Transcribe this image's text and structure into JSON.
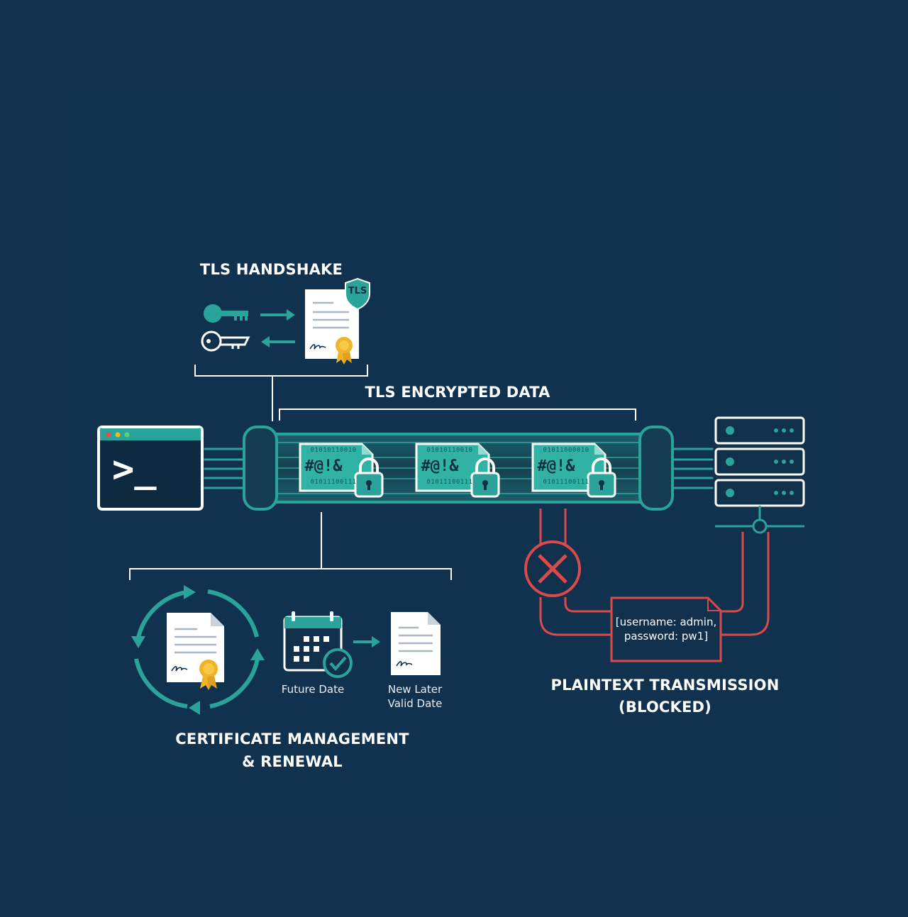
{
  "labels": {
    "tls_handshake": "TLS HANDSHAKE",
    "tls_encrypted_data": "TLS ENCRYPTED DATA",
    "cert_mgmt_line1": "CERTIFICATE MANAGEMENT",
    "cert_mgmt_line2": "& RENEWAL",
    "plaintext_line1": "PLAINTEXT TRANSMISSION",
    "plaintext_line2": "(BLOCKED)",
    "future_date": "Future Date",
    "new_later_line1": "New Later",
    "new_later_line2": "Valid Date"
  },
  "badge": {
    "tls": "TLS"
  },
  "terminal": {
    "prompt": ">_"
  },
  "packets": [
    {
      "cipher": "#@!&",
      "bits_top": "01010110010",
      "bits_bottom": "01011100111"
    },
    {
      "cipher": "#@!&",
      "bits_top": "01010110010",
      "bits_bottom": "01011100111"
    },
    {
      "cipher": "#@!&",
      "bits_top": "01011000010",
      "bits_bottom": "01011100111"
    }
  ],
  "plaintext_box": {
    "line1": "[username: admin,",
    "line2": "password: pw1]"
  },
  "colors": {
    "background": "#11304c",
    "teal": "#2aa39a",
    "red": "#d94a4a",
    "gold": "#f0b429",
    "white": "#ffffff"
  },
  "icons": [
    "key-icon",
    "key-outline-icon",
    "certificate-icon",
    "shield-icon",
    "terminal-icon",
    "server-icon",
    "lock-icon",
    "blocked-icon",
    "calendar-icon",
    "checkmark-icon",
    "renewal-cycle-icon",
    "document-icon"
  ]
}
